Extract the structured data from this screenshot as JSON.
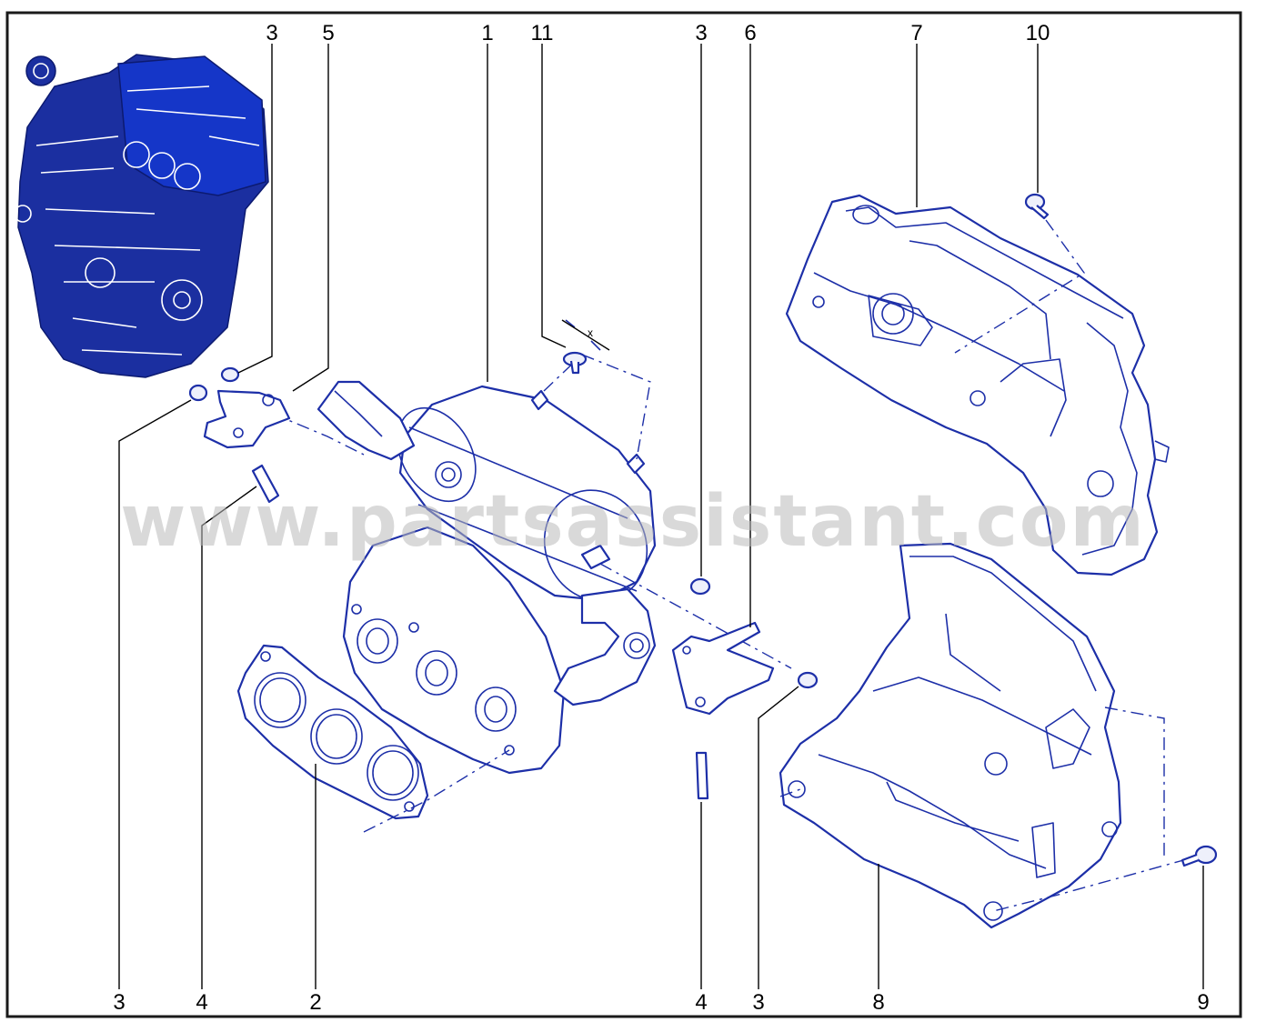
{
  "watermark": "www.partsassistant.com",
  "dimension_label": "x",
  "callouts": {
    "c3_top_left": "3",
    "c5_top": "5",
    "c1_top": "1",
    "c11_top": "11",
    "c3_top_mid": "3",
    "c6_top": "6",
    "c7_top": "7",
    "c10_top": "10",
    "c3_bottom_left": "3",
    "c4_bottom_left": "4",
    "c2_bottom": "2",
    "c4_bottom_mid": "4",
    "c3_bottom_mid": "3",
    "c8_bottom": "8",
    "c9_bottom": "9"
  },
  "colors": {
    "part_stroke": "#1d2fa8",
    "engine_fill": "#1b2fa0",
    "leader": "#000000",
    "watermark": "#b9b9b9"
  }
}
